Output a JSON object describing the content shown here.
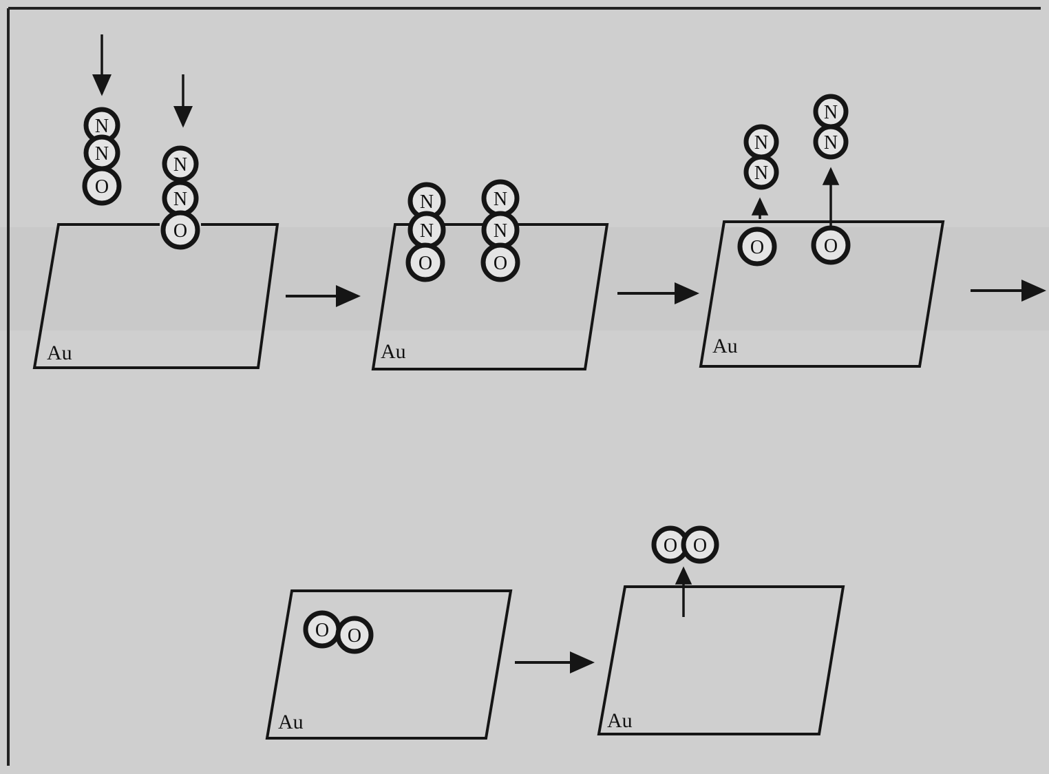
{
  "surface_label": "Au",
  "atoms": {
    "nitrogen": "N",
    "oxygen": "O"
  },
  "colors": {
    "ink": "#151515",
    "atom_fill": "#e4e4e4",
    "background": "#cfcfcf",
    "frame": "#222222"
  }
}
